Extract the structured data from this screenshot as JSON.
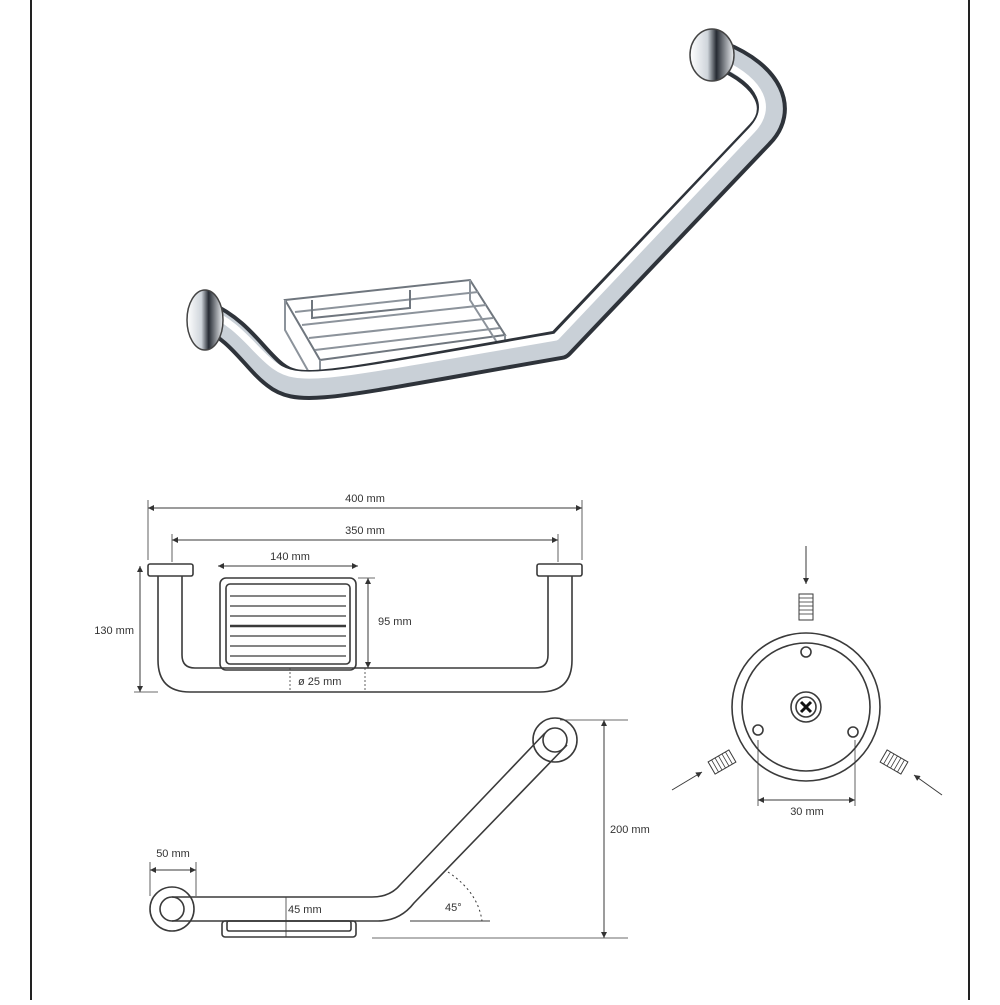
{
  "product": {
    "name": "grab-bar-with-soap-basket",
    "finish_colors": {
      "chrome_light": "#f4f6f8",
      "chrome_dark": "#2a2f36",
      "line": "#3a3a3a"
    }
  },
  "front_view": {
    "overall_width": "400 mm",
    "mount_spacing": "350 mm",
    "basket_width": "140 mm",
    "basket_height": "95 mm",
    "tube_diameter": "ø 25 mm",
    "overall_depth": "130 mm"
  },
  "side_view": {
    "offset": "50 mm",
    "basket_depth": "45 mm",
    "angle": "45°",
    "overall_height": "200 mm"
  },
  "rosette_view": {
    "rosette_width": "30 mm"
  }
}
